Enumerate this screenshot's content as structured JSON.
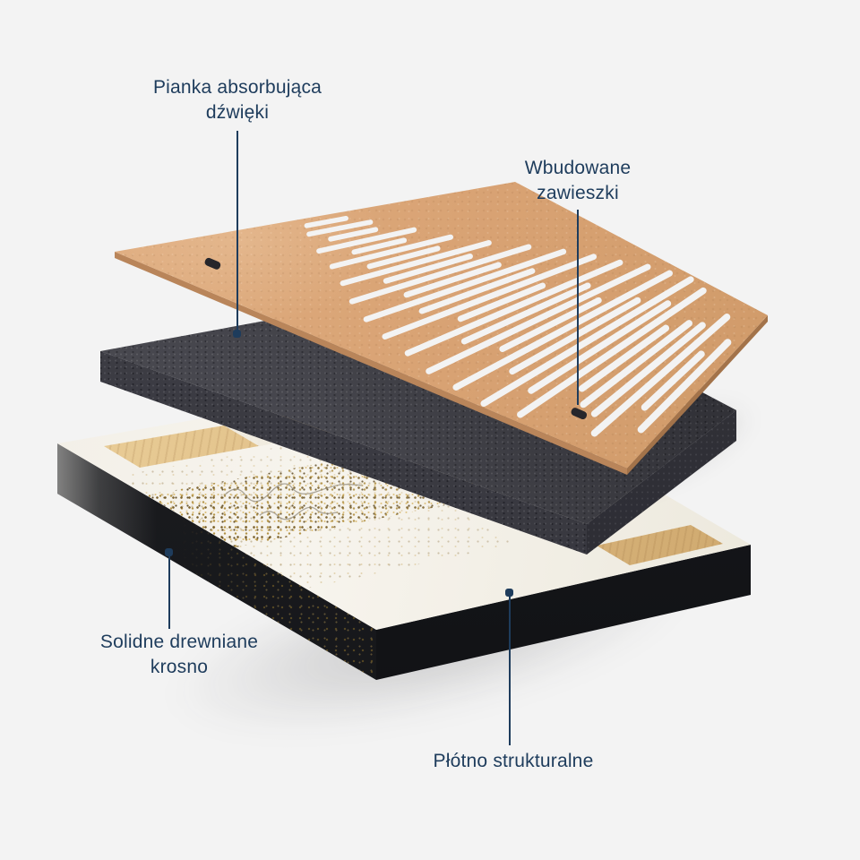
{
  "labels": {
    "foam": {
      "line1": "Pianka absorbująca",
      "line2": "dźwięki"
    },
    "hangers": {
      "line1": "Wbudowane",
      "line2": "zawieszki"
    },
    "frame": {
      "line1": "Solidne drewniane",
      "line2": "krosno"
    },
    "canvas": {
      "line1": "Płótno strukturalne"
    }
  },
  "colors": {
    "background": "#f3f3f3",
    "accent": "#1e3c5c",
    "board_tan": "#d9a474",
    "foam_gray": "#47474e",
    "canvas_cream": "#f2efe7",
    "wood": "#ddbb88",
    "gold": "#a8842f",
    "edge_black": "#17181a",
    "hanger_slot": "#26262b"
  },
  "diagram": {
    "perforation_bars": [
      {
        "t": 0.03,
        "len": 0.1
      },
      {
        "t": 0.065,
        "len": 0.16
      },
      {
        "t": 0.1,
        "len": 0.12
      },
      {
        "t": 0.135,
        "len": 0.26
      },
      {
        "t": 0.168,
        "len": 0.14
      },
      {
        "t": 0.2,
        "len": 0.34
      },
      {
        "t": 0.232,
        "len": 0.2
      },
      {
        "t": 0.264,
        "len": 0.44
      },
      {
        "t": 0.296,
        "len": 0.26
      },
      {
        "t": 0.328,
        "len": 0.56
      },
      {
        "t": 0.36,
        "len": 0.3
      },
      {
        "t": 0.392,
        "len": 0.66
      },
      {
        "t": 0.424,
        "len": 0.38
      },
      {
        "t": 0.456,
        "len": 0.74
      },
      {
        "t": 0.488,
        "len": 0.3
      },
      {
        "t": 0.52,
        "len": 0.8
      },
      {
        "t": 0.552,
        "len": 0.48
      },
      {
        "t": 0.584,
        "len": 0.88
      },
      {
        "t": 0.616,
        "len": 0.4
      },
      {
        "t": 0.648,
        "len": 0.92
      },
      {
        "t": 0.68,
        "len": 0.56
      },
      {
        "t": 0.712,
        "len": 0.96
      },
      {
        "t": 0.744,
        "len": 0.66
      },
      {
        "t": 0.776,
        "len": 0.92
      },
      {
        "t": 0.808,
        "len": 0.44
      },
      {
        "t": 0.84,
        "len": 0.58
      },
      {
        "t": 0.872,
        "len": 0.62
      },
      {
        "t": 0.904,
        "len": 0.8
      },
      {
        "t": 0.936,
        "len": 0.36
      },
      {
        "t": 0.966,
        "len": 0.58
      }
    ],
    "hangers": [
      {
        "t": 0.1,
        "s": 0.875
      },
      {
        "t": 0.85,
        "s": 0.84
      }
    ]
  }
}
